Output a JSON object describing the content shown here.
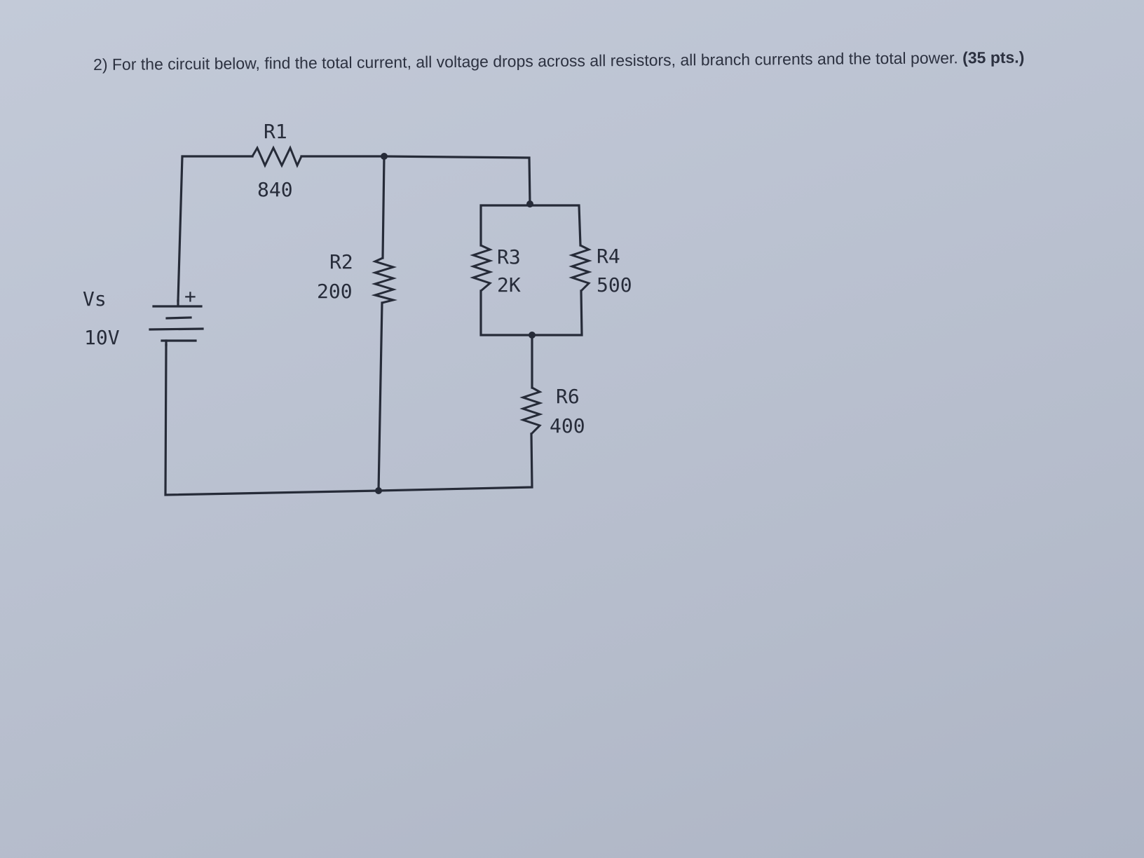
{
  "question": {
    "text": "2) For the circuit below, find the total current, all voltage drops across all resistors, all branch currents and the total power.",
    "points": "(35 pts.)"
  },
  "circuit": {
    "source": {
      "name": "Vs",
      "value": "10V",
      "polarity": "+"
    },
    "resistors": {
      "r1": {
        "name": "R1",
        "value": "840"
      },
      "r2": {
        "name": "R2",
        "value": "200"
      },
      "r3": {
        "name": "R3",
        "value": "2K"
      },
      "r4": {
        "name": "R4",
        "value": "500"
      },
      "r6": {
        "name": "R6",
        "value": "400"
      }
    }
  }
}
